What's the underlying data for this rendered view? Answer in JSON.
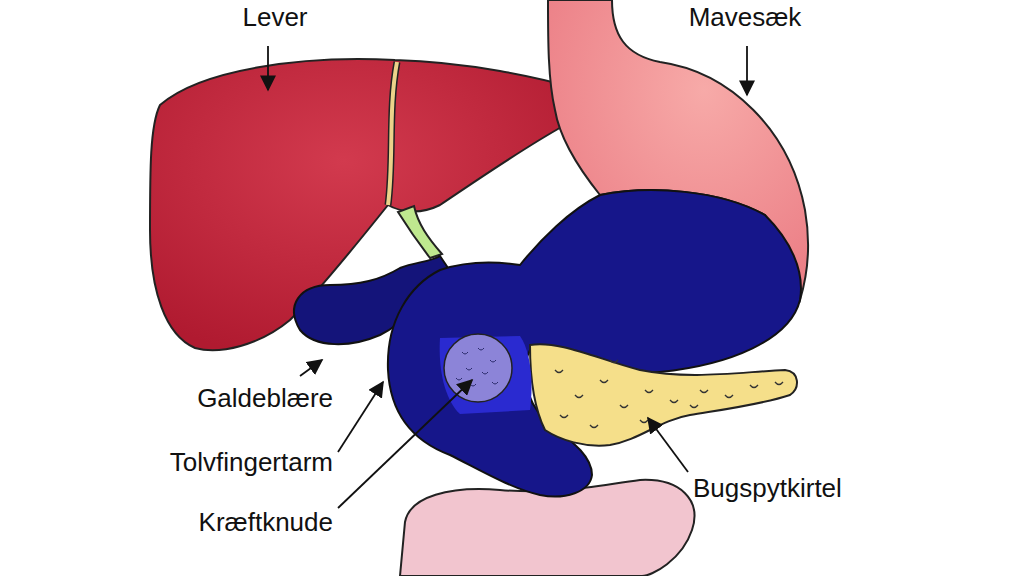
{
  "diagram": {
    "labels": [
      "Lever",
      "Mavesæk",
      "Galdeblære",
      "Tolvfingertarm",
      "Kræftknude",
      "Bugspytkirtel"
    ]
  }
}
